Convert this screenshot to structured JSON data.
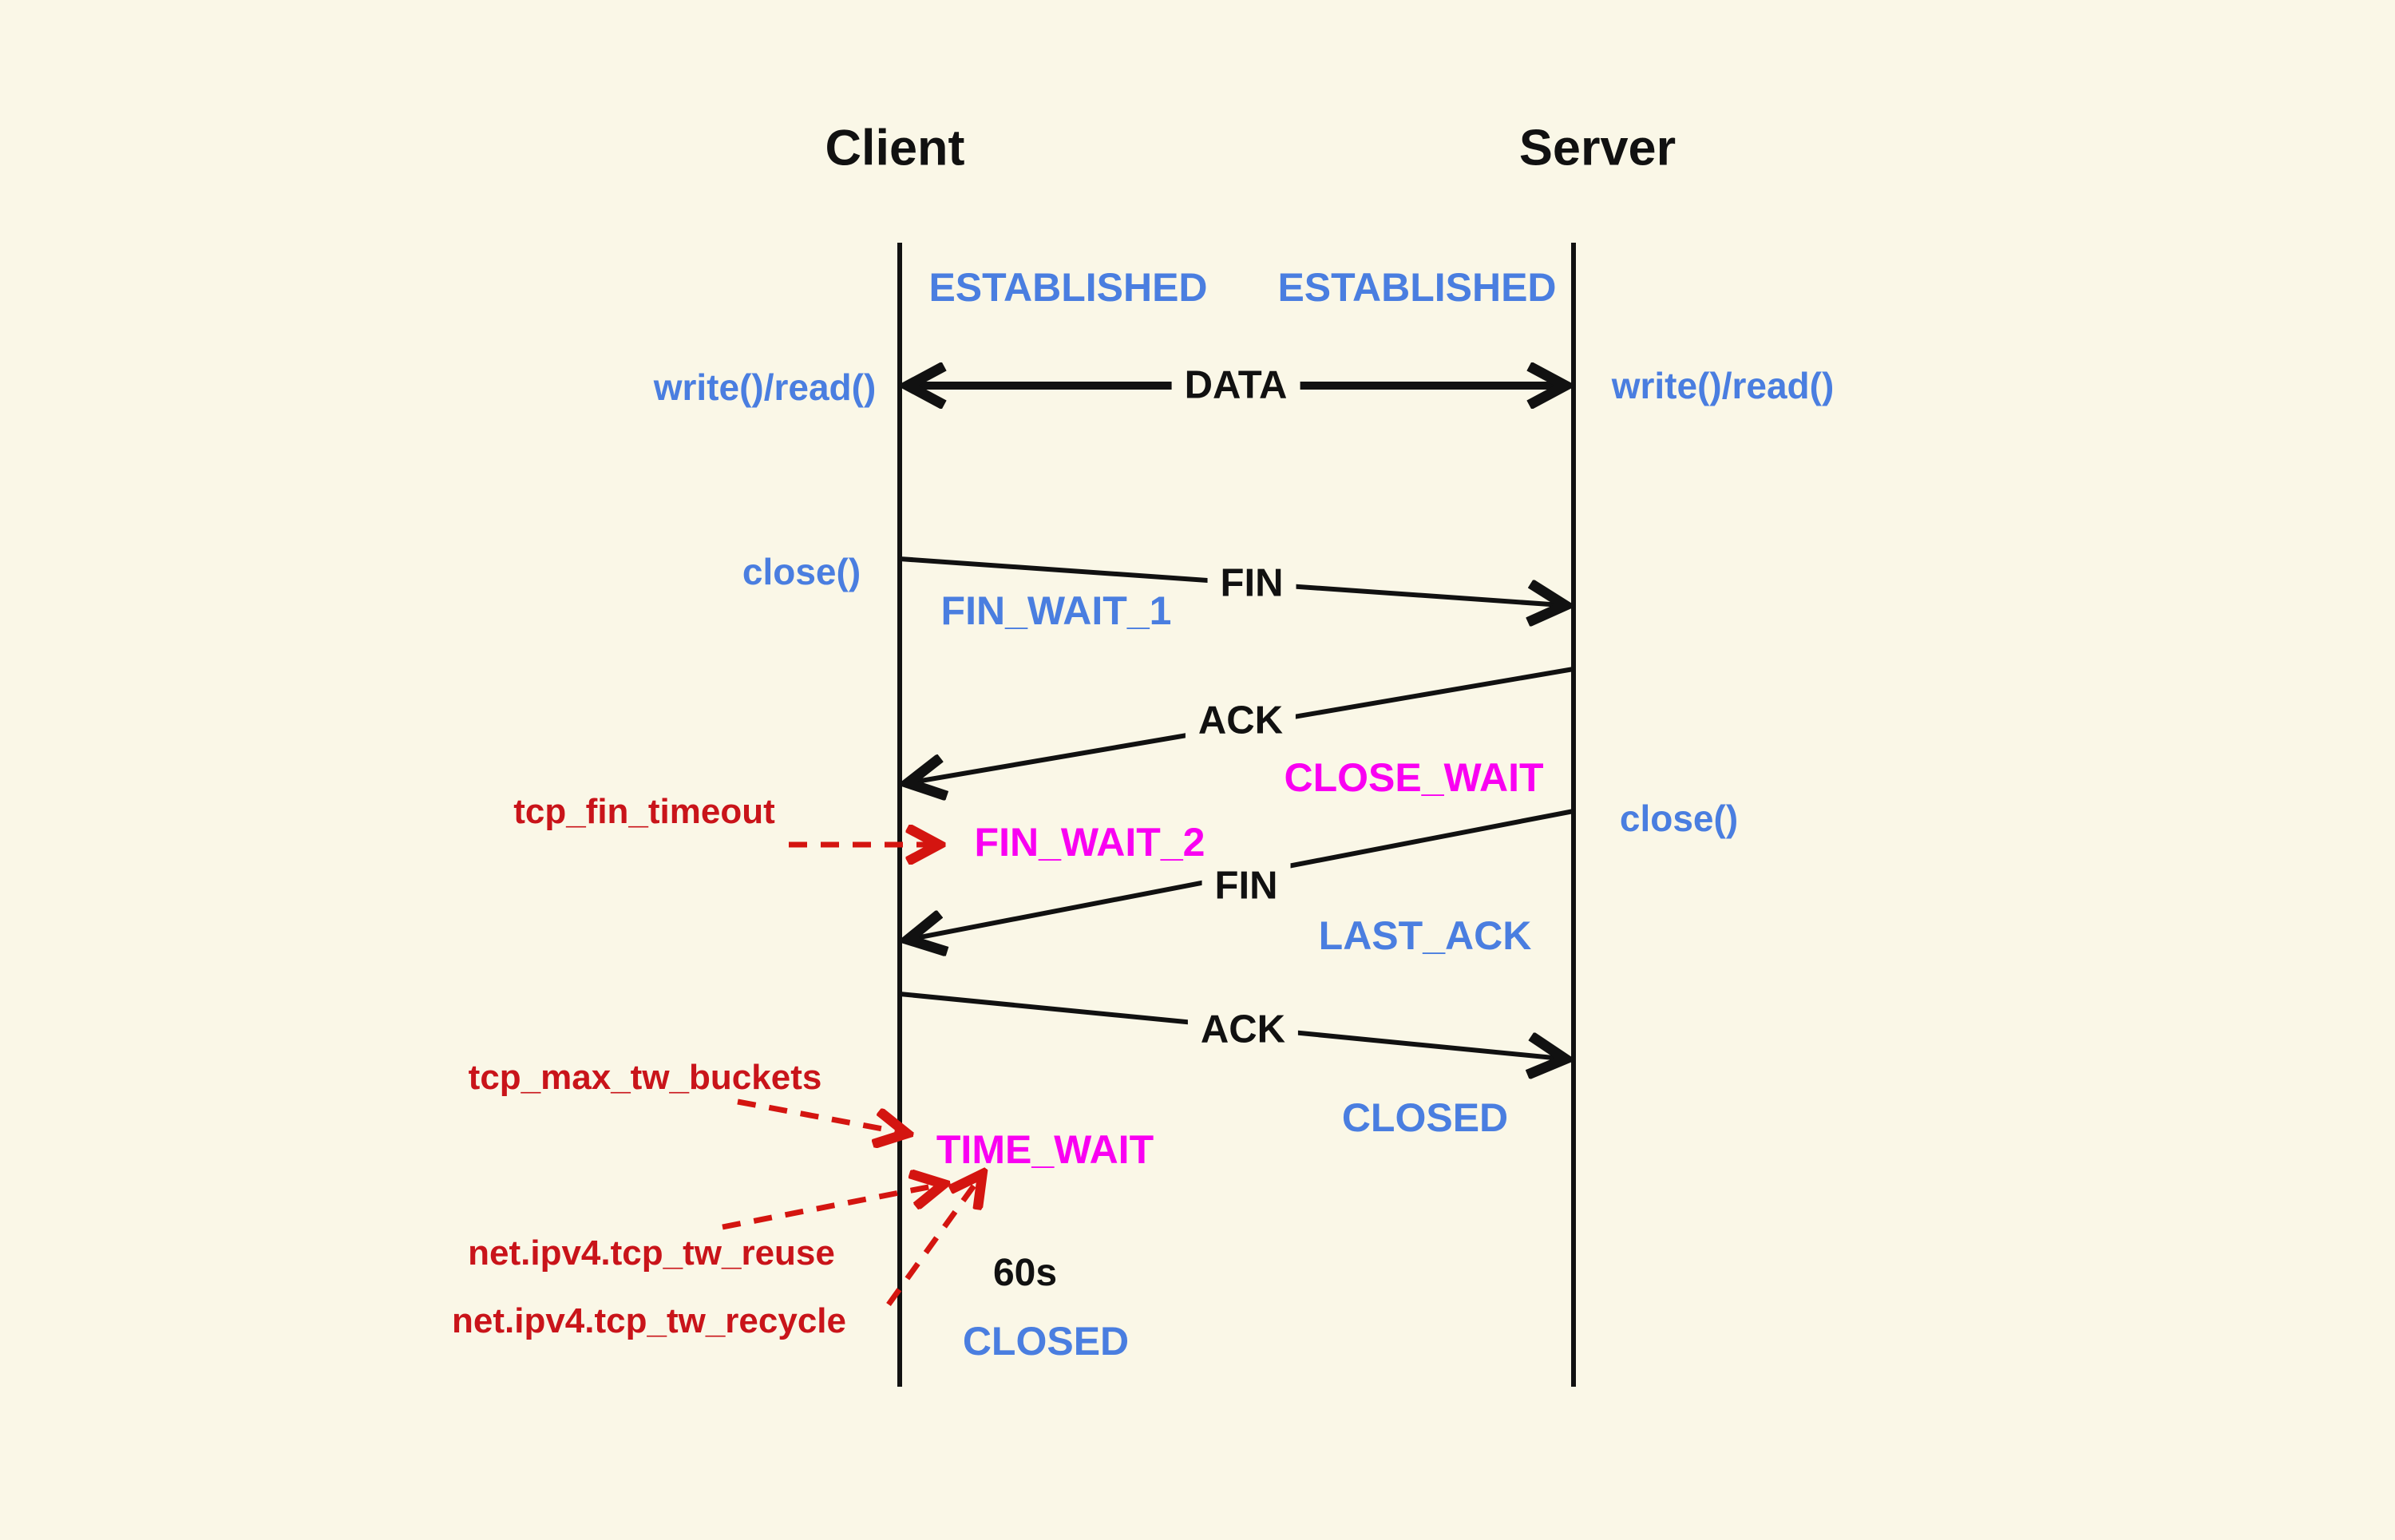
{
  "colors": {
    "background": "#faf7e7",
    "text": "#111111",
    "blue": "#4a7ee0",
    "magenta": "#f900f2",
    "red": "#c9141a",
    "arrow_red": "#d41510"
  },
  "titles": {
    "client": "Client",
    "server": "Server"
  },
  "states": {
    "established_client": "ESTABLISHED",
    "established_server": "ESTABLISHED",
    "fin_wait_1": "FIN_WAIT_1",
    "close_wait": "CLOSE_WAIT",
    "fin_wait_2": "FIN_WAIT_2",
    "last_ack": "LAST_ACK",
    "time_wait": "TIME_WAIT",
    "closed_server": "CLOSED",
    "closed_client": "CLOSED"
  },
  "syscalls": {
    "write_read_client": "write()/read()",
    "write_read_server": "write()/read()",
    "close_client": "close()",
    "close_server": "close()"
  },
  "messages": {
    "data": "DATA",
    "fin_1": "FIN",
    "ack_1": "ACK",
    "fin_2": "FIN",
    "ack_2": "ACK"
  },
  "annotations": {
    "tcp_fin_timeout": "tcp_fin_timeout",
    "tcp_max_tw_buckets": "tcp_max_tw_buckets",
    "tcp_tw_reuse": "net.ipv4.tcp_tw_reuse",
    "tcp_tw_recycle": "net.ipv4.tcp_tw_recycle",
    "time_wait_duration": "60s"
  }
}
